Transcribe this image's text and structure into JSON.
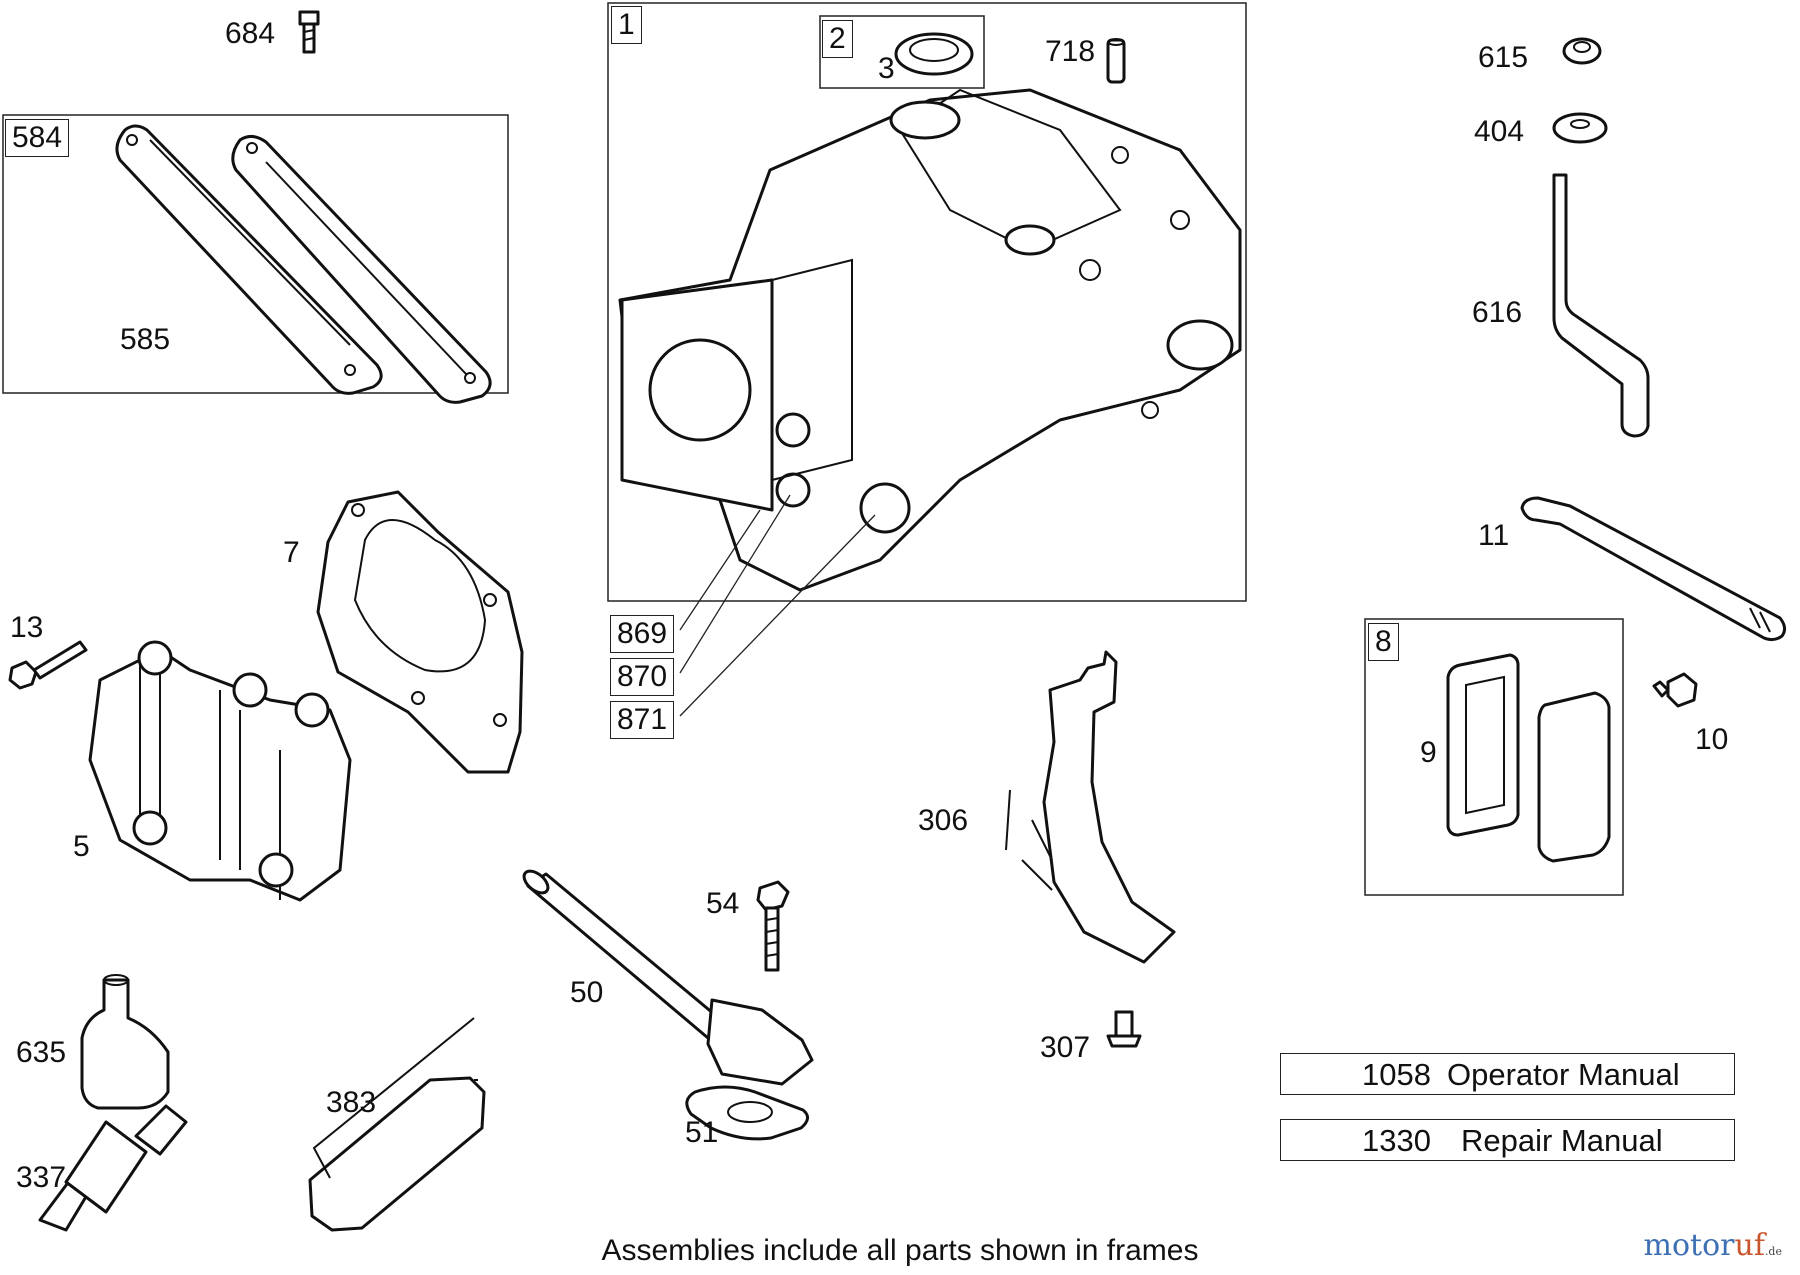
{
  "callouts": {
    "p684": "684",
    "p584": "584",
    "p585": "585",
    "p1": "1",
    "p2": "2",
    "p3": "3",
    "p718": "718",
    "p615": "615",
    "p404": "404",
    "p616": "616",
    "p11": "11",
    "p7": "7",
    "p13": "13",
    "p5": "5",
    "p869": "869",
    "p870": "870",
    "p871": "871",
    "p8": "8",
    "p9": "9",
    "p10": "10",
    "p306": "306",
    "p307": "307",
    "p54": "54",
    "p50": "50",
    "p51": "51",
    "p635": "635",
    "p383": "383",
    "p337": "337"
  },
  "manuals": [
    {
      "number": "1058",
      "title": "Operator Manual"
    },
    {
      "number": "1330",
      "title": "Repair Manual"
    }
  ],
  "footer_note": "Assemblies include all parts shown in frames",
  "watermark": {
    "main": "motor",
    "accent": "uf",
    "suffix": ".de"
  },
  "colors": {
    "line": "#111111",
    "background": "#ffffff",
    "brand_blue": "#3d6fb4",
    "brand_orange": "#c9552c"
  }
}
